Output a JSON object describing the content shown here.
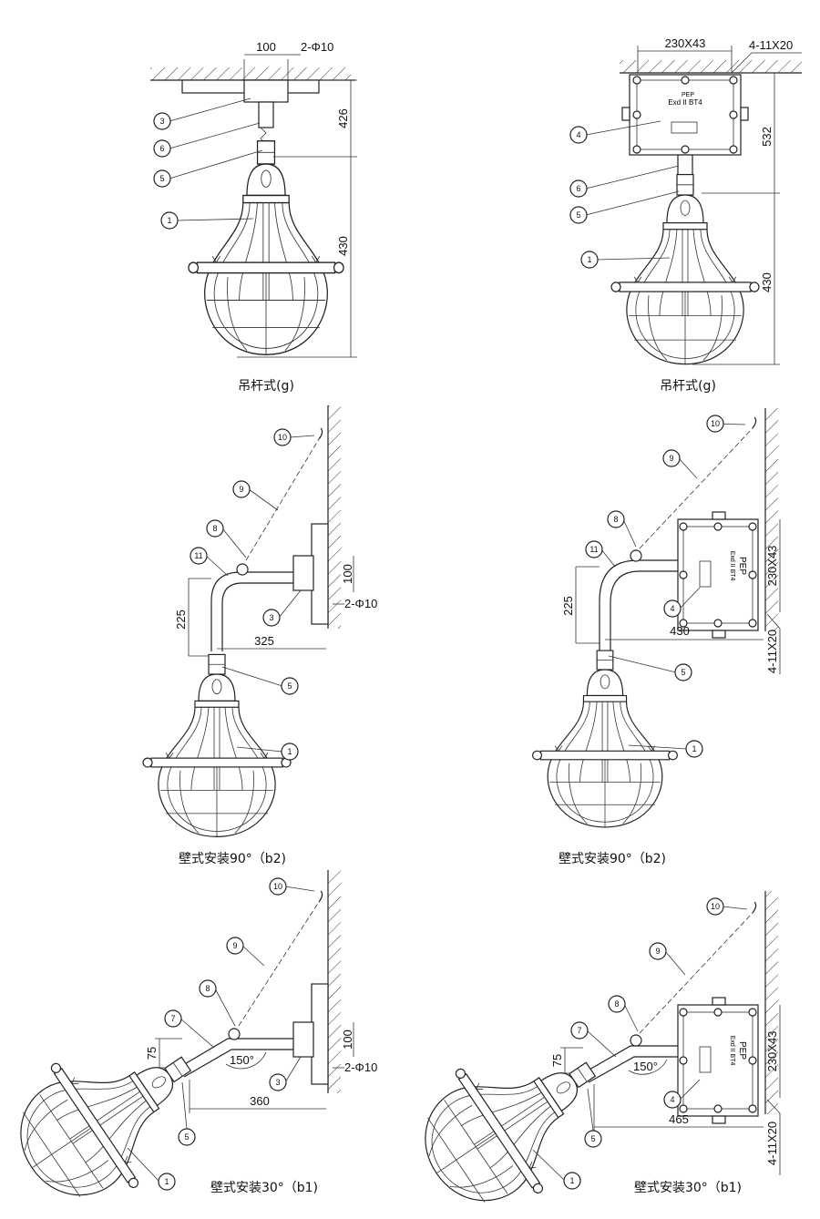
{
  "captions": {
    "top_left": "吊杆式(g)",
    "top_right": "吊杆式(g)",
    "mid_left": "壁式安装90°（b2)",
    "mid_right": "壁式安装90°（b2)",
    "bot_left": "壁式安装30°（b1)",
    "bot_right": "壁式安装30°（b1)"
  },
  "dims": {
    "d100": "100",
    "hole": "2-Φ10",
    "d426": "426",
    "d430": "430",
    "box": "230X43",
    "box_holes": "4-11X20",
    "d532": "532",
    "d225": "225",
    "d325": "325",
    "d75": "75",
    "angle": "150°",
    "d360": "360",
    "d465": "465"
  },
  "marking": {
    "pep": "PEP",
    "exd": "Exd II BT4"
  },
  "callouts": {
    "c1": "1",
    "c3": "3",
    "c4": "4",
    "c5": "5",
    "c6": "6",
    "c7": "7",
    "c8": "8",
    "c9": "9",
    "c10": "10",
    "c11": "11"
  }
}
